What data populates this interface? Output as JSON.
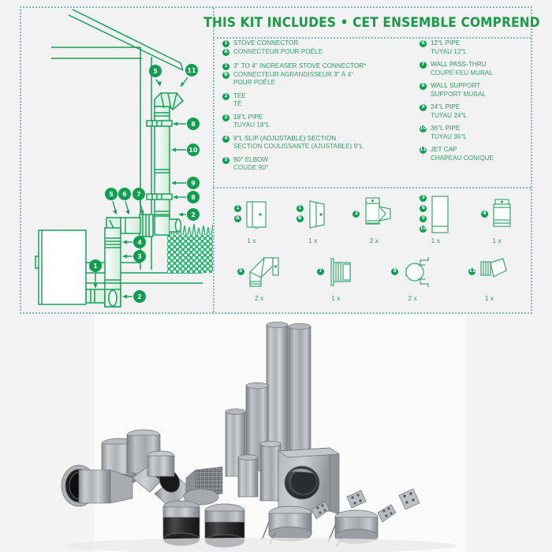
{
  "panel": {
    "title": "THIS KIT INCLUDES • CET ENSEMBLE COMPREND",
    "accent_green": "#1a9a4a",
    "badge_green": "#0d9e4f",
    "border_color": "#7fb8c9",
    "page_background": "#f2f2f3"
  },
  "kit_list": {
    "left_column": [
      {
        "badges": [
          "1",
          "A"
        ],
        "lines": [
          "STOVE CONNECTOR",
          "CONNECTEUR POUR POÊLE"
        ]
      },
      {
        "badges": [
          "1",
          "B"
        ],
        "lines": [
          "3\" TO 4\" INCREASER STOVE CONNECTOR*",
          "CONNECTEUR AGRANDISSEUR 3\" À 4\"",
          "POUR POÊLE"
        ]
      },
      {
        "badges": [
          "2"
        ],
        "lines": [
          "TEE",
          "TÉ"
        ]
      },
      {
        "badges": [
          "3"
        ],
        "lines": [
          "18\"L PIPE",
          "TUYAU 18\"L"
        ]
      },
      {
        "badges": [
          "4"
        ],
        "lines": [
          "9\"L SLIP (ADJUSTABLE) SECTION",
          "SECTION COULISSANTE (AJUSTABLE) 9\"L"
        ]
      },
      {
        "badges": [
          "5"
        ],
        "lines": [
          "90° ELBOW",
          "COUDE 90°"
        ]
      }
    ],
    "right_column": [
      {
        "badges": [
          "6"
        ],
        "lines": [
          "12\"L PIPE",
          "TUYAU 12\"L"
        ]
      },
      {
        "badges": [
          "7"
        ],
        "lines": [
          "WALL PASS-THRU",
          "COUPE-FEU MURAL"
        ]
      },
      {
        "badges": [
          "8"
        ],
        "lines": [
          "WALL SUPPORT",
          "SUPPORT MURAL"
        ]
      },
      {
        "badges": [
          "9"
        ],
        "lines": [
          "24\"L PIPE",
          "TUYAU 24\"L"
        ]
      },
      {
        "badges": [
          "10"
        ],
        "lines": [
          "36\"L PIPE",
          "TUYAU 36\"L"
        ]
      },
      {
        "badges": [
          "11"
        ],
        "lines": [
          "JET CAP",
          "CHAPEAU CONIQUE"
        ]
      }
    ]
  },
  "thumbnails": {
    "row1": [
      {
        "badges": [
          "1",
          "A"
        ],
        "qty": "1 x",
        "art": "stove-connector"
      },
      {
        "badges": [
          "1",
          "B"
        ],
        "qty": "1 x",
        "art": "increaser-connector"
      },
      {
        "badges": [
          "2"
        ],
        "qty": "2 x",
        "art": "tee"
      },
      {
        "badges": [
          "3",
          "6",
          "9",
          "10"
        ],
        "qty": "1 x",
        "art": "pipe"
      },
      {
        "badges": [
          "4"
        ],
        "qty": "1 x",
        "art": "slip-section"
      }
    ],
    "row2": [
      {
        "badges": [
          "5"
        ],
        "qty": "2 x",
        "art": "elbow-90"
      },
      {
        "badges": [
          "7"
        ],
        "qty": "1 x",
        "art": "wall-pass-thru"
      },
      {
        "badges": [
          "8"
        ],
        "qty": "2 x",
        "art": "wall-support"
      },
      {
        "badges": [
          "11"
        ],
        "qty": "1 x",
        "art": "jet-cap"
      }
    ]
  },
  "diagram": {
    "callouts": [
      "1",
      "2",
      "3",
      "4",
      "5",
      "6",
      "7",
      "8",
      "9",
      "10",
      "11"
    ],
    "description": "Cutaway installation diagram of a wood stove venting through an exterior wall and up past the roof eave"
  },
  "photo": {
    "caption": "Galvanized stove pipe kit components laid out on white background"
  }
}
